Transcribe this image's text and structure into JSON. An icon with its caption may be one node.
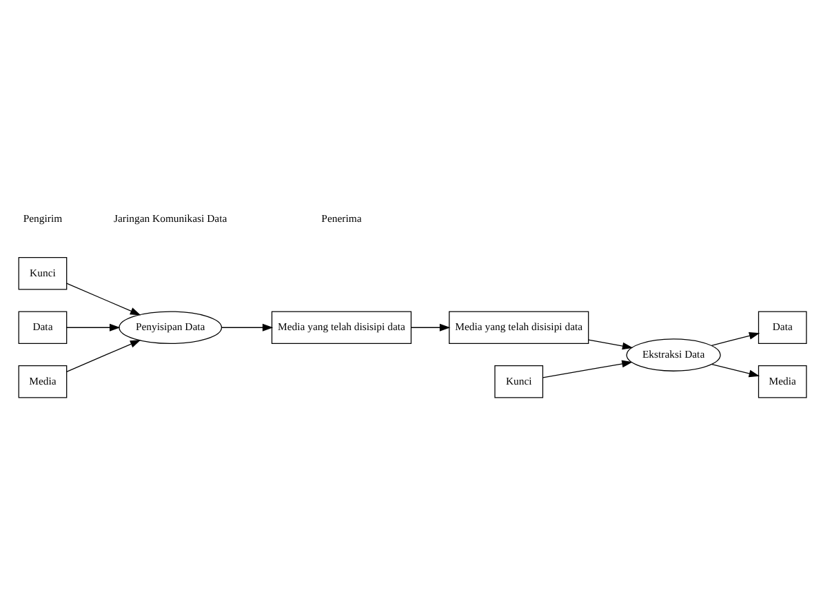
{
  "diagram": {
    "nodes": [
      {
        "text": [
          "Kunci"
        ]
      },
      {
        "text": [
          "Data"
        ]
      },
      {
        "text": [
          "Media"
        ]
      },
      {
        "text": [
          "Penyisipan Data"
        ]
      },
      {
        "text": [
          "Media yang telah disisipi data"
        ]
      },
      {
        "text": [
          "Data"
        ]
      },
      {
        "text": [
          "Media"
        ]
      },
      {
        "text": [
          "Ekstraksi Data"
        ]
      },
      {
        "text": [
          "Media yang telah disisipi data"
        ]
      },
      {
        "text": [
          "Kunci"
        ]
      }
    ],
    "edges": [
      {
        "from": 0,
        "to": 3,
        "arrow": "to"
      },
      {
        "from": 1,
        "to": 3,
        "arrow": "to"
      },
      {
        "from": 2,
        "to": 3,
        "arrow": "to"
      },
      {
        "from": 3,
        "to": 4,
        "arrow": "to"
      },
      {
        "from": 4,
        "to": 8,
        "arrow": "to"
      },
      {
        "from": 8,
        "to": 7,
        "arrow": "to"
      },
      {
        "from": 7,
        "to": 5,
        "arrow": "to"
      },
      {
        "from": 7,
        "to": 6,
        "arrow": "to"
      },
      {
        "from": 9,
        "to": 7,
        "arrow": "to"
      }
    ],
    "labels": [
      "Pengirim",
      "Jaringan Komunikasi Data",
      "Penerima"
    ]
  }
}
